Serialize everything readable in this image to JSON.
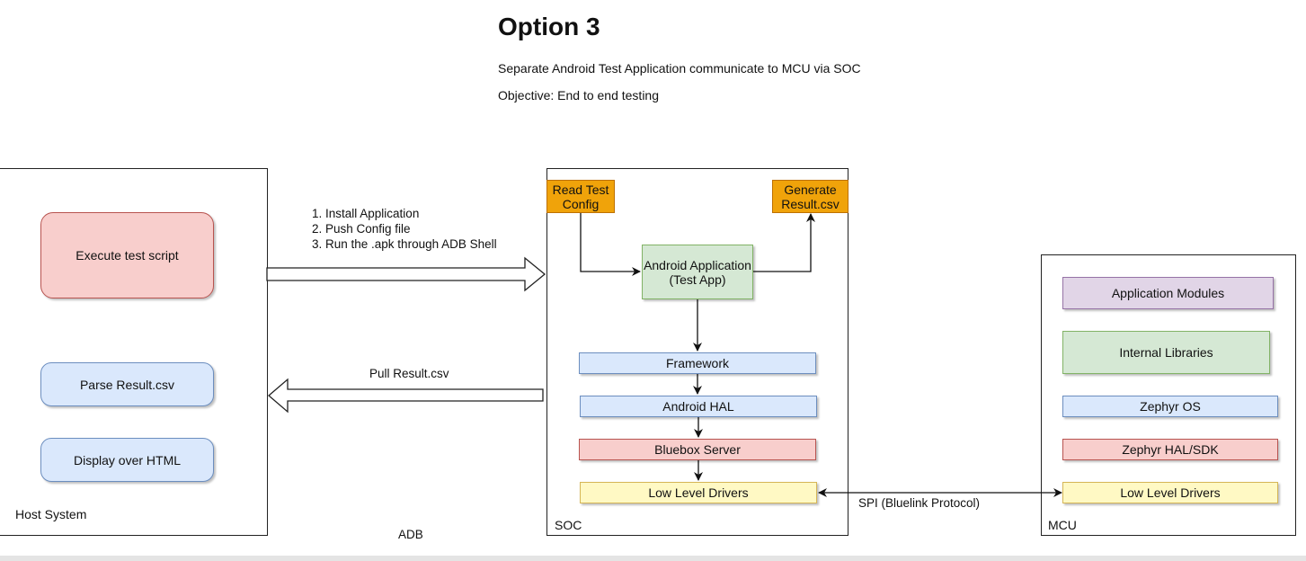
{
  "page": {
    "title": "Option 3",
    "subtitle": "Separate Android Test Application communicate to MCU via SOC",
    "objective": "Objective: End to end testing"
  },
  "host": {
    "label": "Host System",
    "execute": "Execute test script",
    "parse": "Parse Result.csv",
    "display": "Display over HTML"
  },
  "steps": {
    "line1": "1. Install Application",
    "line2": "2. Push Config file",
    "line3": "3. Run the .apk through ADB Shell"
  },
  "pull_label": "Pull Result.csv",
  "adb_label": "ADB",
  "soc": {
    "label": "SOC",
    "read_config": "Read Test Config",
    "generate": "Generate Result.csv",
    "app": "Android Application (Test App)",
    "framework": "Framework",
    "hal": "Android HAL",
    "bluebox": "Bluebox Server",
    "drivers": "Low Level Drivers"
  },
  "spi_label": "SPI (Bluelink Protocol)",
  "mcu": {
    "label": "MCU",
    "modules": "Application Modules",
    "libraries": "Internal Libraries",
    "os": "Zephyr OS",
    "hal": "Zephyr HAL/SDK",
    "drivers": "Low Level Drivers"
  },
  "colors": {
    "red_fill": "#f8cecc",
    "red_stroke": "#b85450",
    "blue_fill": "#dae8fc",
    "blue_stroke": "#6c8ebf",
    "orange_fill": "#f0a30a",
    "orange_stroke": "#bd7000",
    "green_fill": "#d5e8d4",
    "green_stroke": "#82b366",
    "purple_fill": "#e1d5e7",
    "purple_stroke": "#9673a6",
    "yellow_fill": "#fff9c4",
    "yellow_stroke": "#d6b656"
  }
}
